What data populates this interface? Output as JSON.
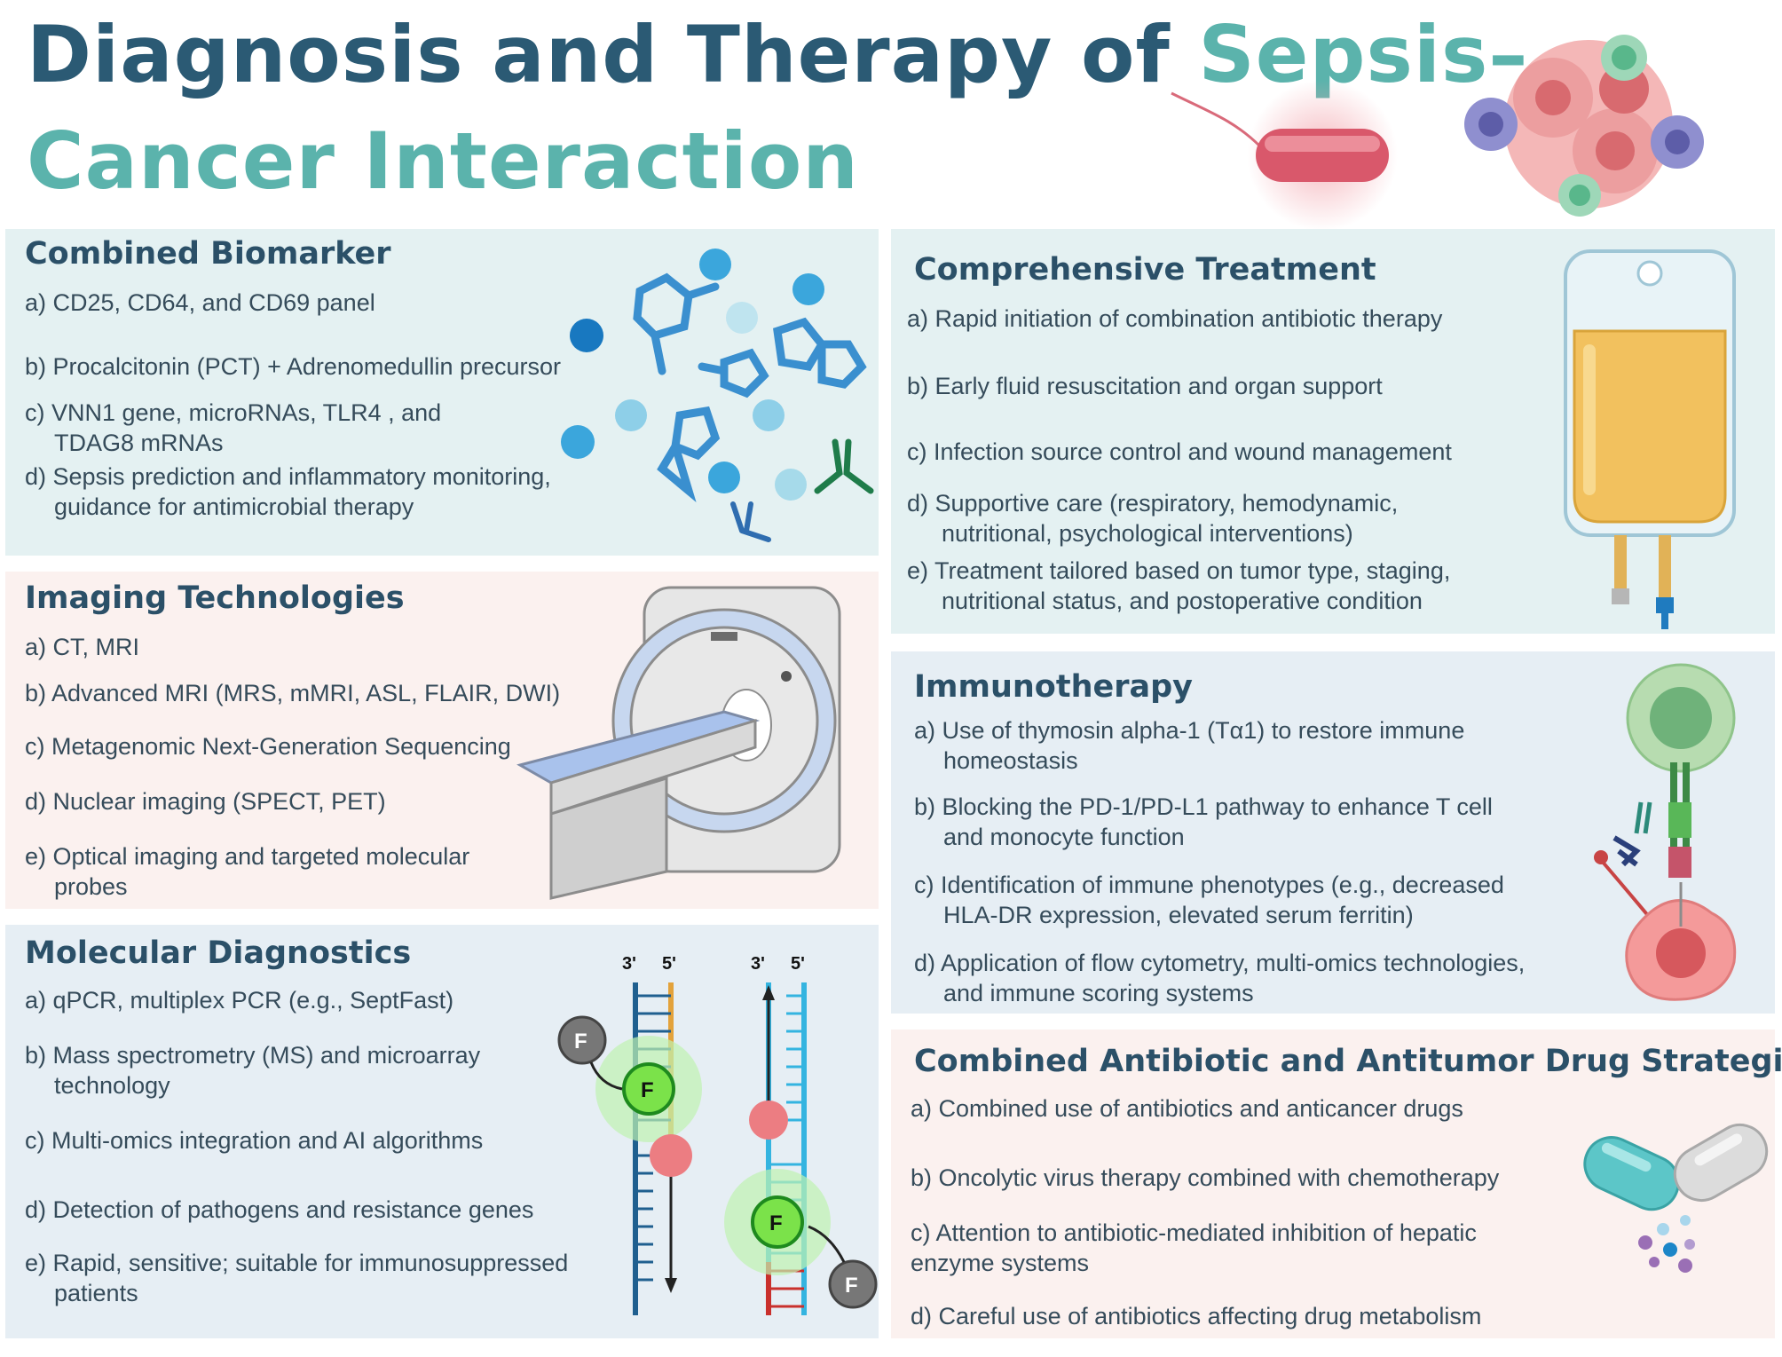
{
  "title": {
    "line1_prefix": "Diagnosis and Therapy of ",
    "line1_highlight": "Sepsis–",
    "line2": "Cancer Interaction"
  },
  "combined_biomarker": {
    "title": "Combined Biomarker",
    "items": [
      "a) CD25, CD64, and CD69 panel",
      "b) Procalcitonin (PCT) + Adrenomedullin precursor",
      "c) VNN1 gene, microRNAs, TLR4 , and",
      "TDAG8 mRNAs",
      "d) Sepsis prediction and inflammatory monitoring,",
      "guidance for antimicrobial therapy"
    ]
  },
  "imaging": {
    "title": "Imaging Technologies",
    "items": [
      "a) CT, MRI",
      "b) Advanced MRI (MRS, mMRI, ASL, FLAIR, DWI)",
      "c) Metagenomic Next-Generation Sequencing",
      "d) Nuclear imaging (SPECT, PET)",
      "e) Optical imaging and  targeted molecular",
      "probes"
    ]
  },
  "molecular": {
    "title": "Molecular Diagnostics",
    "items": [
      "a) qPCR, multiplex PCR (e.g., SeptFast)",
      "b) Mass spectrometry (MS) and microarray",
      "technology",
      "c) Multi-omics integration and  AI algorithms",
      "d) Detection of pathogens and resistance genes",
      "e) Rapid, sensitive; suitable for immunosuppressed",
      "patients"
    ],
    "strand_labels": [
      "3'",
      "5'",
      "3'",
      "5'"
    ],
    "fluor_label": "F"
  },
  "comprehensive": {
    "title": "Comprehensive Treatment",
    "items": [
      "a) Rapid initiation of combination antibiotic therapy",
      "b) Early fluid resuscitation and organ support",
      "c) Infection source control and wound management",
      "d) Supportive care (respiratory, hemodynamic,",
      "nutritional, psychological interventions)",
      "e) Treatment tailored based on tumor type, staging,",
      "nutritional status, and postoperative condition"
    ]
  },
  "immunotherapy": {
    "title": "Immunotherapy",
    "items": [
      "a) Use of thymosin alpha-1 (Tα1) to restore immune",
      "homeostasis",
      "b) Blocking the PD-1/PD-L1 pathway to enhance T cell",
      "and monocyte function",
      "c) Identification of immune phenotypes (e.g., decreased",
      "HLA-DR expression, elevated serum ferritin)",
      "d) Application of flow cytometry, multi-omics technologies,",
      "and immune scoring systems"
    ]
  },
  "drug_strategies": {
    "title": "Combined Antibiotic and Antitumor Drug Strategies",
    "items": [
      "a) Combined use of antibiotics and anticancer drugs",
      "b) Oncolytic virus therapy combined with chemotherapy",
      "c) Attention to antibiotic-mediated inhibition of hepatic",
      "enzyme systems",
      "d) Careful use of antibiotics affecting drug metabolism"
    ]
  },
  "colors": {
    "title_dark": "#2b5a74",
    "title_accent": "#5bb3ac",
    "panel_teal": "#e4f1f2",
    "panel_pink": "#fbf1ef",
    "panel_blue": "#e6eef4"
  }
}
